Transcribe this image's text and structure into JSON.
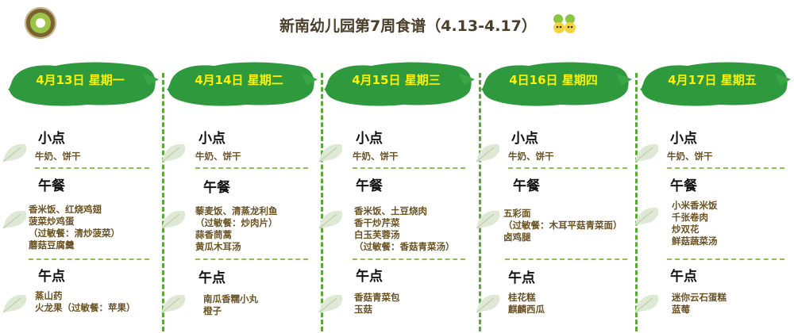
{
  "title": "新南幼儿园第7周食谱（4.13-4.17）",
  "colors": {
    "banner": "#2e9a3d",
    "day_text": "#fff200",
    "separator": "#5aa83a",
    "item_text": "#6b5222"
  },
  "days": [
    {
      "label": "4月13日 星期一",
      "snack_title": "小点",
      "snack": [
        "牛奶、饼干"
      ],
      "lunch_title": "午餐",
      "lunch": [
        "香米饭、红烧鸡翅",
        "菠菜炒鸡蛋",
        "（过敏餐：清炒菠菜）",
        "蘑菇豆腐羹"
      ],
      "afternoon_title": "午点",
      "afternoon": [
        "蒸山药",
        "火龙果（过敏餐：苹果）"
      ]
    },
    {
      "label": "4月14日 星期二",
      "snack_title": "小点",
      "snack": [
        "牛奶、饼干"
      ],
      "lunch_title": "午餐",
      "lunch": [
        "藜麦饭、清蒸龙利鱼",
        "（过敏餐：炒肉片）",
        "蒜香茼蒿",
        "黄瓜木耳汤"
      ],
      "afternoon_title": "午点",
      "afternoon": [
        "南瓜香糯小丸",
        "橙子"
      ]
    },
    {
      "label": "4月15日 星期三",
      "snack_title": "小点",
      "snack": [
        "牛奶、饼干"
      ],
      "lunch_title": "午餐",
      "lunch": [
        "香米饭、土豆烧肉",
        "香干炒芹菜",
        "白玉芙蓉汤",
        "（过敏餐：香菇青菜汤）"
      ],
      "afternoon_title": "午点",
      "afternoon": [
        "香菇青菜包",
        "玉菇"
      ]
    },
    {
      "label": "4日16日 星期四",
      "snack_title": "小点",
      "snack": [
        "牛奶、饼干"
      ],
      "lunch_title": "午餐",
      "lunch": [
        "五彩面",
        "（过敏餐：木耳平菇青菜面）",
        "卤鸡腿"
      ],
      "afternoon_title": "午点",
      "afternoon": [
        "桂花糕",
        "麒麟西瓜"
      ]
    },
    {
      "label": "4月17日 星期五",
      "snack_title": "小点",
      "snack": [
        "牛奶、饼干"
      ],
      "lunch_title": "午餐",
      "lunch": [
        "小米香米饭",
        "千张卷肉",
        "炒双花",
        "鲜菇蔬菜汤"
      ],
      "afternoon_title": "午点",
      "afternoon": [
        "迷你云石蛋糕",
        "蓝莓"
      ]
    }
  ]
}
